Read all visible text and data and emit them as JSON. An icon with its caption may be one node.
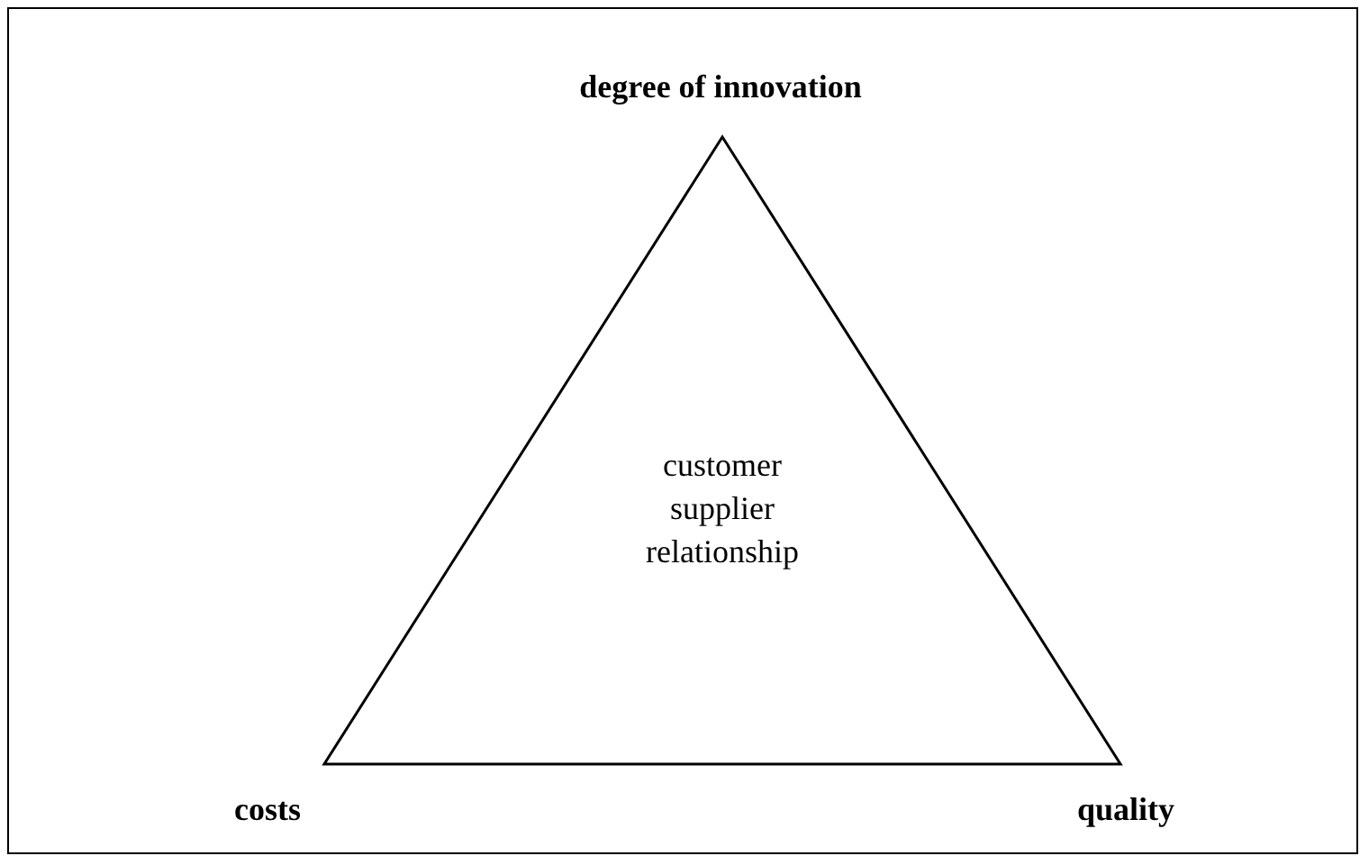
{
  "diagram": {
    "nodes": [
      {
        "text": [
          "customer supplier relationship"
        ]
      }
    ],
    "labels": [
      "degree of innovation",
      "costs",
      "quality"
    ]
  }
}
